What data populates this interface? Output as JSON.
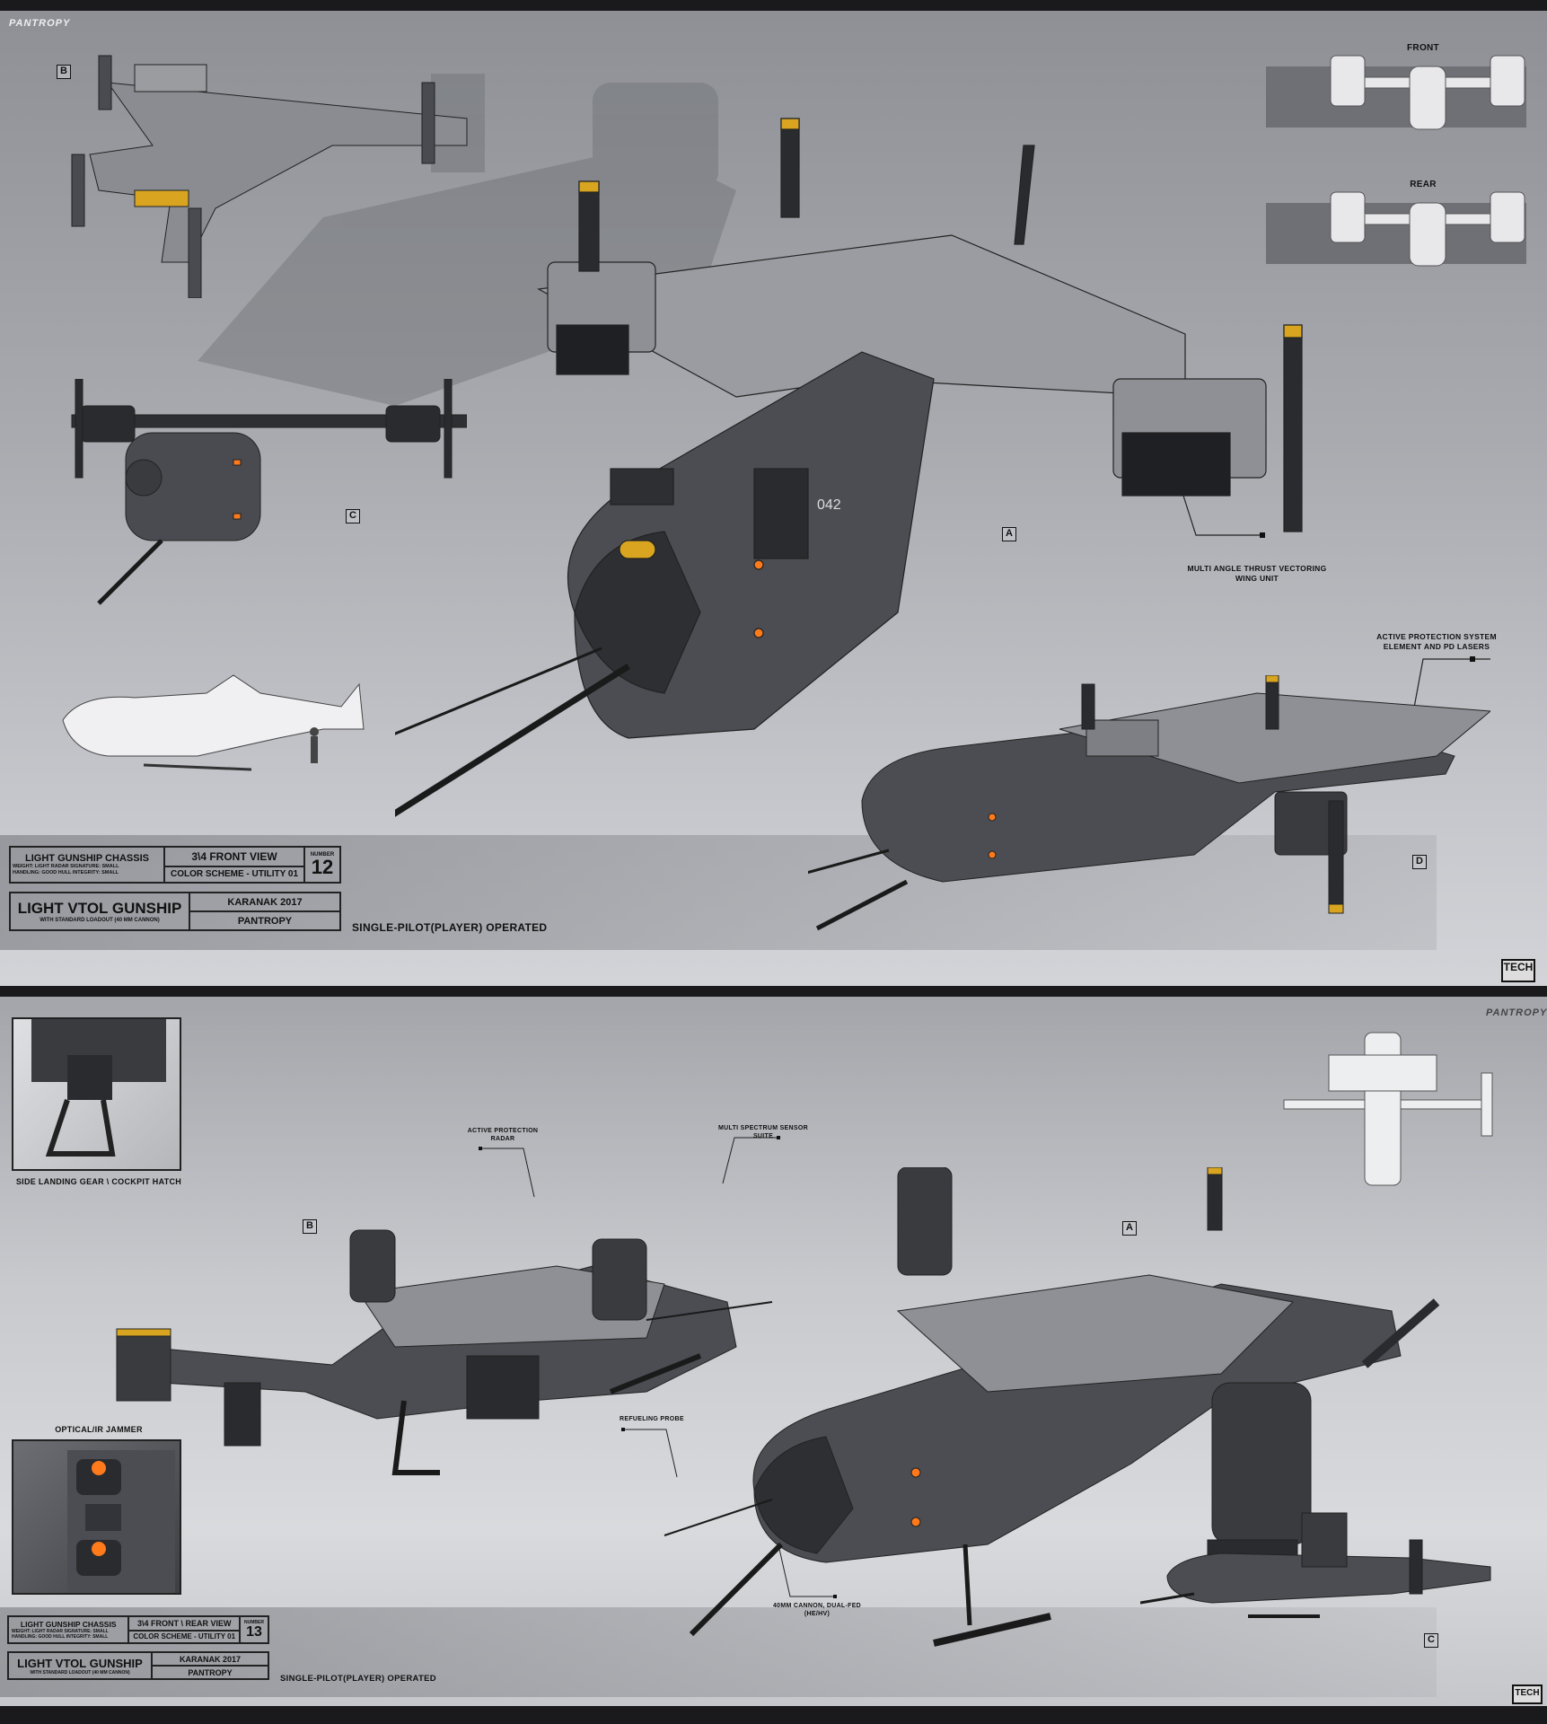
{
  "sheet1": {
    "logo": "PANTROPY",
    "view_tags": [
      "A",
      "B",
      "C",
      "D"
    ],
    "orthos": {
      "front": "FRONT",
      "rear": "REAR"
    },
    "callouts": {
      "wing": "MULTI ANGLE THRUST VECTORING WING UNIT",
      "aps": "ACTIVE PROTECTION SYSTEM ELEMENT AND PD LASERS"
    },
    "hull_number": "042",
    "info": {
      "chassis": "LIGHT GUNSHIP CHASSIS",
      "stats_line1": "WEIGHT: LIGHT    RADAR SIGNATURE: SMALL",
      "stats_line2": "HANDLING: GOOD   HULL INTEGRITY: SMALL",
      "view": "3\\4 FRONT VIEW",
      "color_scheme": "COLOR SCHEME - UTILITY 01",
      "number_label": "NUMBER",
      "number": "12",
      "title": "LIGHT VTOL GUNSHIP",
      "subtitle": "WITH STANDARD LOADOUT (40 MM CANNON)",
      "author": "KARANAK 2017",
      "studio": "PANTROPY",
      "operation": "SINGLE-PILOT(PLAYER) OPERATED"
    },
    "tech_logo": "TECH"
  },
  "sheet2": {
    "logo": "PANTROPY",
    "view_tags": [
      "A",
      "B",
      "C"
    ],
    "insets": {
      "gear": "SIDE LANDING GEAR \\ COCKPIT HATCH",
      "jammer": "OPTICAL/IR JAMMER"
    },
    "callouts": {
      "radar": "ACTIVE PROTECTION RADAR",
      "sensor": "MULTI SPECTRUM SENSOR SUITE",
      "probe": "REFUELING PROBE",
      "cannon": "40MM CANNON, DUAL-FED (HE/HV)"
    },
    "info": {
      "chassis": "LIGHT GUNSHIP CHASSIS",
      "stats_line1": "WEIGHT: LIGHT    RADAR SIGNATURE: SMALL",
      "stats_line2": "HANDLING: GOOD   HULL INTEGRITY: SMALL",
      "view": "3\\4 FRONT \\ REAR VIEW",
      "color_scheme": "COLOR SCHEME - UTILITY 01",
      "number_label": "NUMBER",
      "number": "13",
      "title": "LIGHT VTOL GUNSHIP",
      "subtitle": "WITH STANDARD LOADOUT (40 MM CANNON)",
      "author": "KARANAK 2017",
      "studio": "PANTROPY",
      "operation": "SINGLE-PILOT(PLAYER) OPERATED"
    },
    "tech_logo": "TECH"
  },
  "colors": {
    "hull": "#3d3e42",
    "panel": "#8d8f94",
    "accent": "#d9a520",
    "light": "#ff7a1a"
  }
}
